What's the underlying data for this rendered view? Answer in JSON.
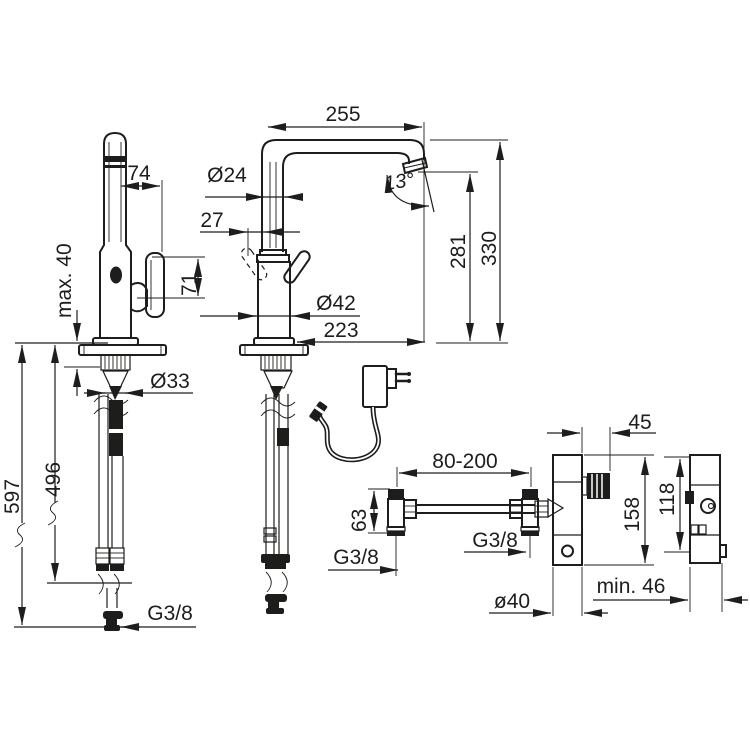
{
  "title": "Faucet technical dimension drawing",
  "colors": {
    "line": "#1d1d1b",
    "background": "#ffffff"
  },
  "labels": {
    "left_view": {
      "spout_width": "74",
      "max_deck_thickness": "max. 40",
      "handle_height": "71",
      "total_height": "597",
      "hose_height": "496",
      "shank_diameter": "Ø33",
      "thread": "G3/8"
    },
    "front_view": {
      "spout_reach": "255",
      "outlet_angle": "13°",
      "spout_tube_diameter": "Ø24",
      "handle_offset": "27",
      "body_diameter": "Ø42",
      "reach_from_body": "223",
      "outlet_height": "281",
      "top_height": "330"
    },
    "install_view": {
      "valve_offset": "45",
      "pipe_range": "80-200",
      "fitting_height": "63",
      "thread_left": "G3/8",
      "thread_right": "G3/8",
      "valve_height": "158",
      "valve_side_height": "118",
      "valve_diameter": "ø40",
      "min_clearance": "min. 46"
    }
  }
}
